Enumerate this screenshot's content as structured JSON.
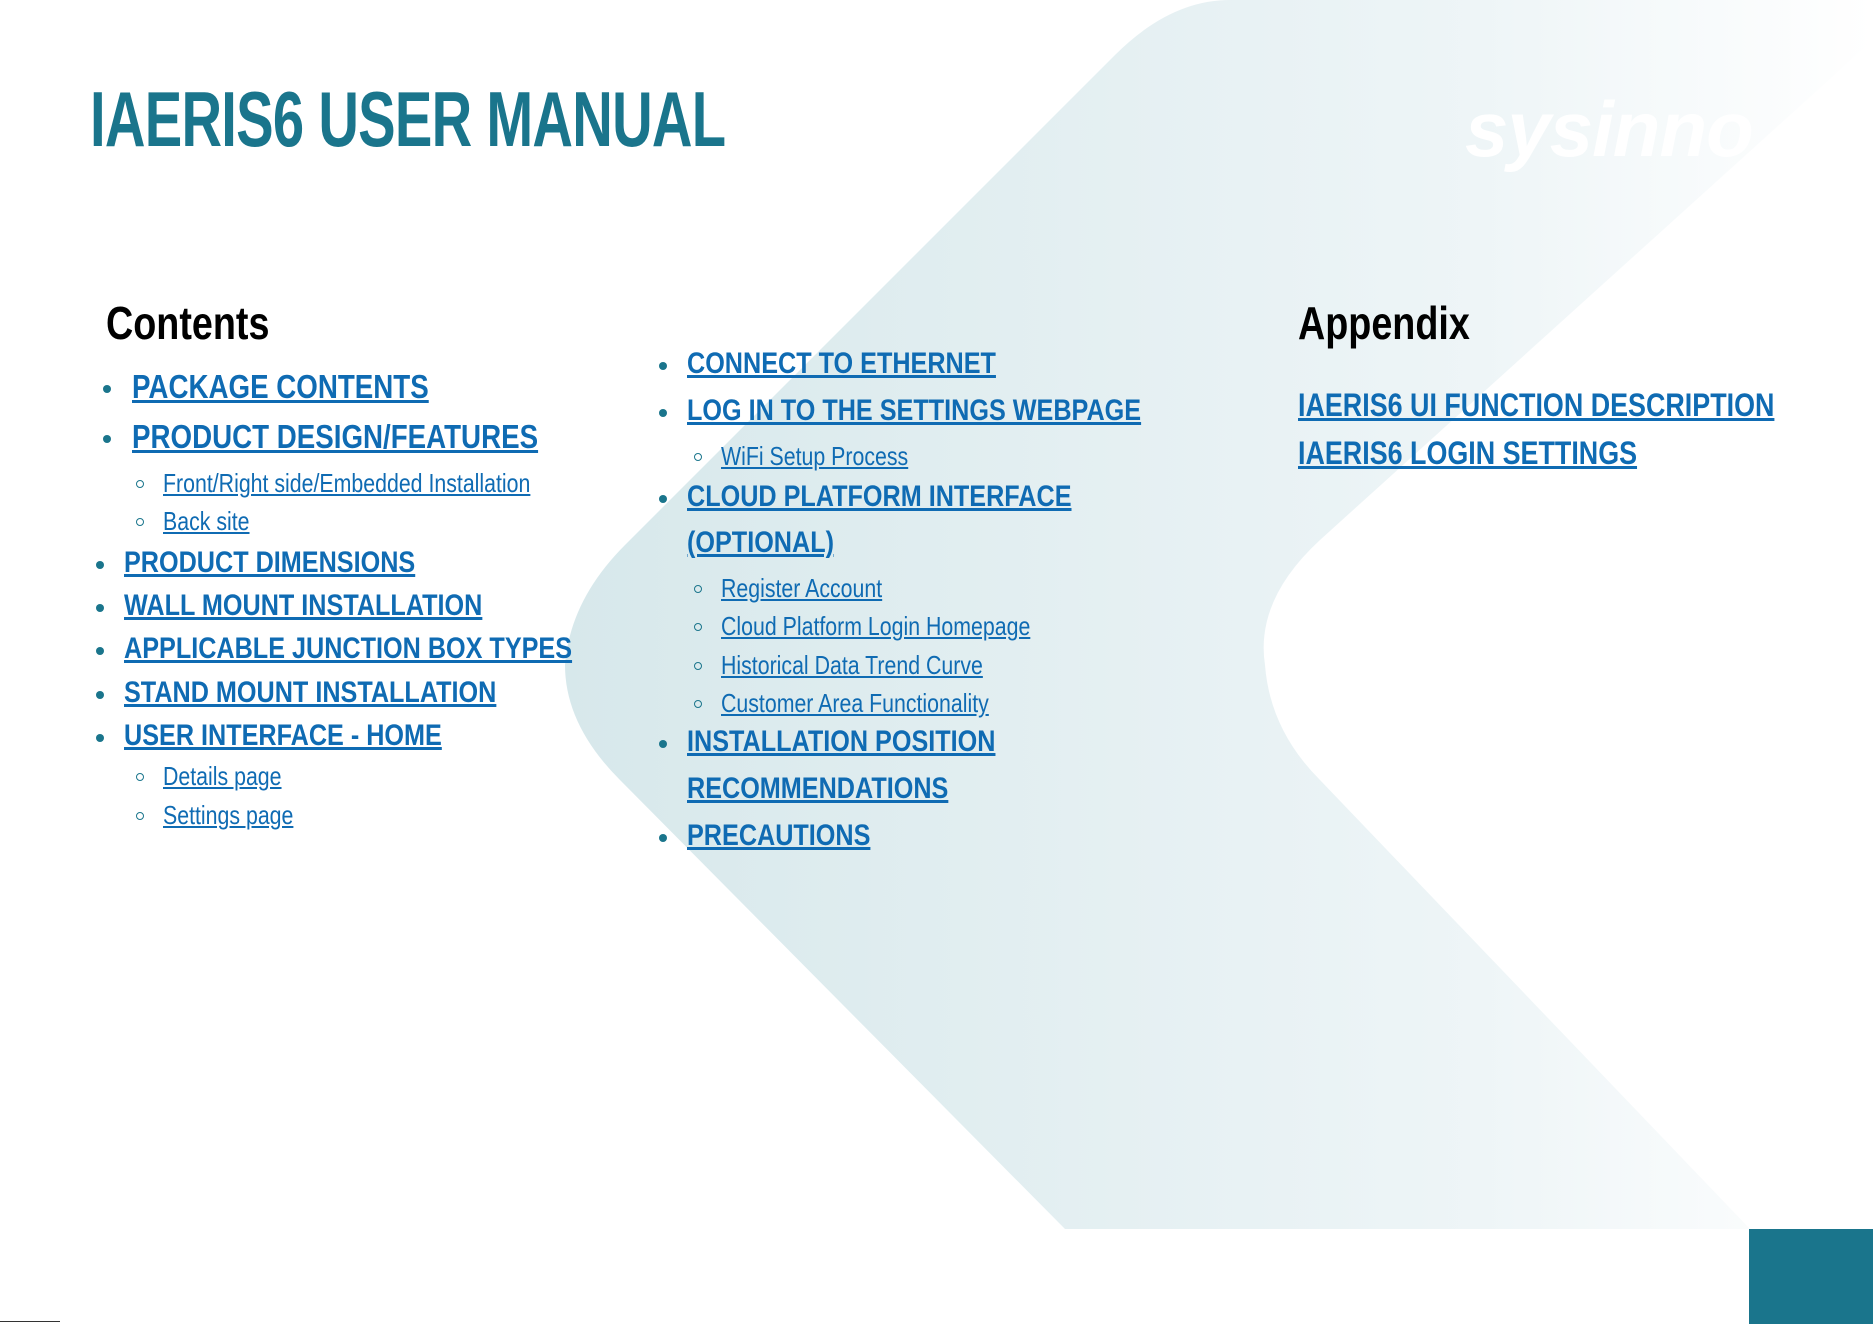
{
  "document": {
    "title": "IAERIS6 USER MANUAL",
    "watermark": "sysinno"
  },
  "contents": {
    "heading": "Contents",
    "column1": [
      {
        "label": "PACKAGE CONTENTS",
        "level": 1
      },
      {
        "label": "PRODUCT  DESIGN/FEATURES",
        "level": 1
      },
      {
        "label": "Front/Right side/Embedded Installation",
        "level": 2
      },
      {
        "label": "Back site",
        "level": 2
      },
      {
        "label": "PRODUCT DIMENSIONS",
        "level": 1
      },
      {
        "label": "WALL MOUNT INSTALLATION",
        "level": 1
      },
      {
        "label": "APPLICABLE JUNCTION BOX TYPES",
        "level": 1
      },
      {
        "label": "STAND MOUNT INSTALLATION",
        "level": 1
      },
      {
        "label": "USER INTERFACE - HOME",
        "level": 1
      },
      {
        "label": "Details page",
        "level": 2
      },
      {
        "label": "Settings page",
        "level": 2
      }
    ],
    "column2": [
      {
        "label": "CONNECT TO ETHERNET",
        "level": 1
      },
      {
        "label": "LOG IN TO THE SETTINGS WEBPAGE",
        "level": 1
      },
      {
        "label": "WiFi Setup Process",
        "level": 2
      },
      {
        "label": "CLOUD PLATFORM INTERFACE",
        "level": 1
      },
      {
        "label": "(OPTIONAL)",
        "level": 1
      },
      {
        "label": "Register Account",
        "level": 2
      },
      {
        "label": "Cloud Platform Login Homepage",
        "level": 2
      },
      {
        "label": "Historical Data Trend Curve",
        "level": 2
      },
      {
        "label": "Customer Area Functionality",
        "level": 2
      },
      {
        "label": "INSTALLATION POSITION",
        "level": 1
      },
      {
        "label": "RECOMMENDATIONS",
        "level": 1
      },
      {
        "label": "PRECAUTIONS",
        "level": 1
      }
    ]
  },
  "appendix": {
    "heading": "Appendix",
    "items": [
      {
        "label": "IAERIS6 UI FUNCTION DESCRIPTION"
      },
      {
        "label": "IAERIS6 LOGIN SETTINGS"
      }
    ]
  },
  "colors": {
    "brand": "#1a758c",
    "link": "#0f6bb3",
    "shape_tint": "#d9e9ec"
  }
}
